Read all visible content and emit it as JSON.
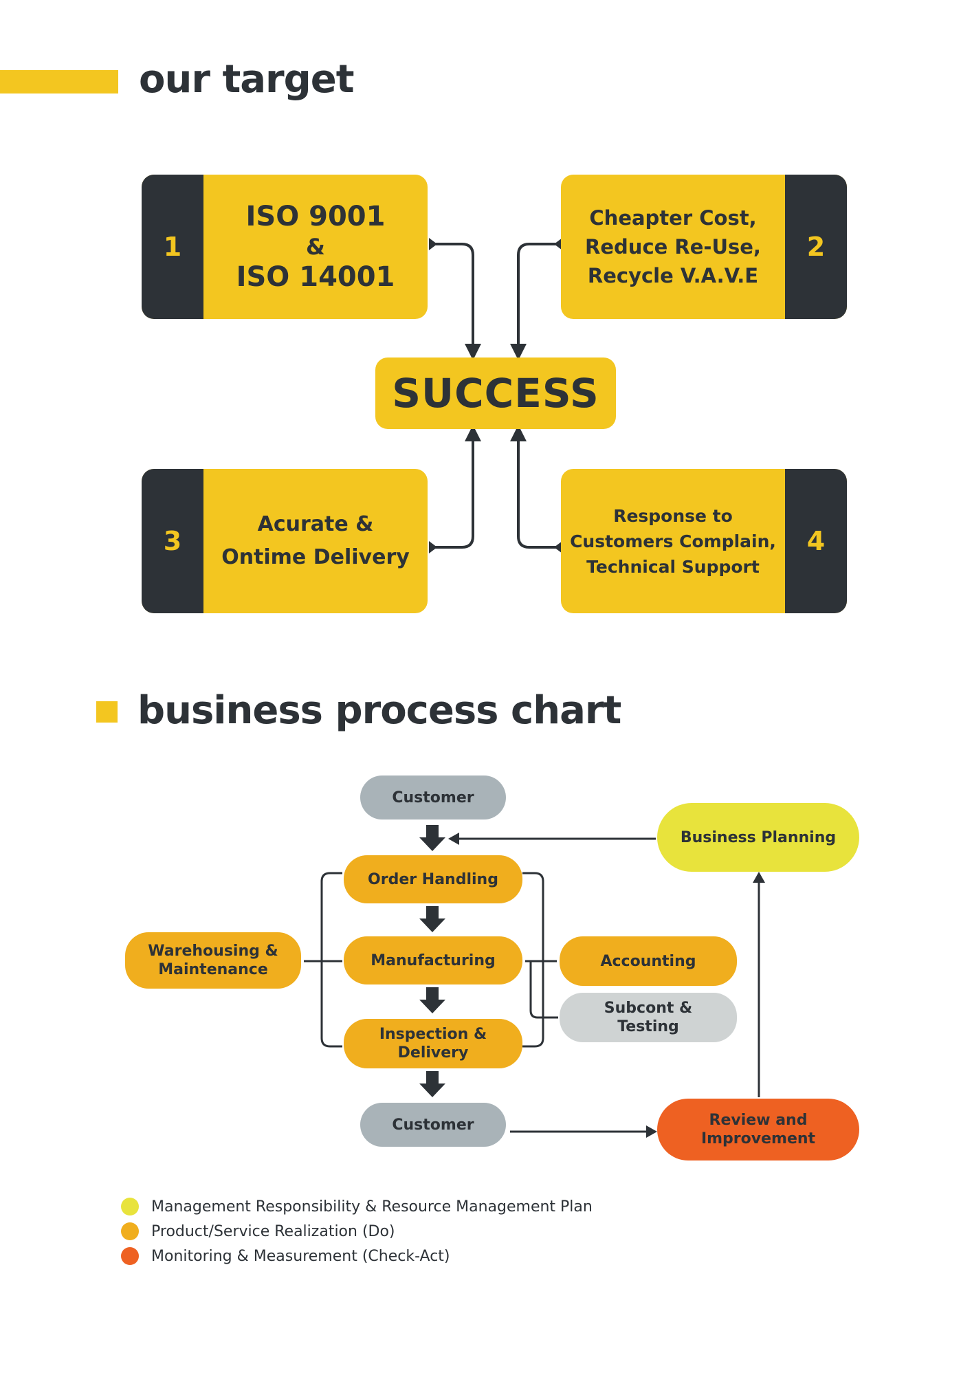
{
  "target_section": {
    "title": "our target",
    "center": "SUCCESS",
    "cards": [
      {
        "number": "1",
        "lines": [
          "ISO 9001",
          "&",
          "ISO 14001"
        ]
      },
      {
        "number": "2",
        "lines": [
          "Cheapter Cost,",
          "Reduce Re-Use,",
          "Recycle V.A.V.E"
        ]
      },
      {
        "number": "3",
        "lines": [
          "Acurate &",
          "Ontime Delivery"
        ]
      },
      {
        "number": "4",
        "lines": [
          "Response to",
          "Customers Complain,",
          "Technical Support"
        ]
      }
    ]
  },
  "process_section": {
    "title": "business process chart",
    "nodes": {
      "customer_top": "Customer",
      "order_handling": "Order Handling",
      "manufacturing": "Manufacturing",
      "inspection": [
        "Inspection &",
        "Delivery"
      ],
      "customer_bottom": "Customer",
      "warehousing": [
        "Warehousing &",
        "Maintenance"
      ],
      "accounting": "Accounting",
      "subcont": [
        "Subcont &",
        "Testing"
      ],
      "business_planning": "Business Planning",
      "review": [
        "Review and",
        "Improvement"
      ]
    },
    "legend": [
      {
        "label": "Management Responsibility & Resource Management Plan",
        "color": "#e8e33c"
      },
      {
        "label": "Product/Service Realization (Do)",
        "color": "#f0ae1e"
      },
      {
        "label": "Monitoring & Measurement (Check-Act)",
        "color": "#ee6122"
      }
    ]
  },
  "colors": {
    "yellow": "#f3c620",
    "dark": "#2d3237",
    "orange": "#f0ae1e",
    "lime": "#e8e33c",
    "red_orange": "#ee6122",
    "grey": "#a9b3b8",
    "light_grey": "#cfd3d3"
  }
}
